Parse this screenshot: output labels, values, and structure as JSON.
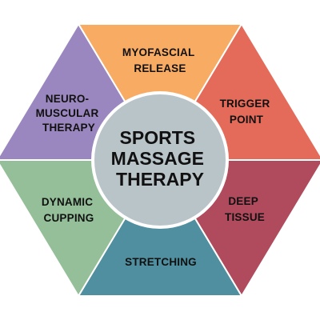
{
  "center": {
    "lines": [
      "SPORTS",
      "MASSAGE",
      "THERAPY"
    ],
    "fill": "#b9c4c9",
    "stroke": "#ffffff"
  },
  "segments": [
    {
      "id": "myofascial-release",
      "lines": [
        "MYOFASCIAL",
        "RELEASE"
      ],
      "color": "#f8ab62"
    },
    {
      "id": "trigger-point",
      "lines": [
        "TRIGGER",
        "POINT"
      ],
      "color": "#e46b5a"
    },
    {
      "id": "deep-tissue",
      "lines": [
        "DEEP",
        "TISSUE"
      ],
      "color": "#b04a5d"
    },
    {
      "id": "stretching",
      "lines": [
        "STRETCHING"
      ],
      "color": "#4f8f9f"
    },
    {
      "id": "dynamic-cupping",
      "lines": [
        "DYNAMIC",
        "CUPPING"
      ],
      "color": "#94bf98"
    },
    {
      "id": "neuro-muscular-therapy",
      "lines": [
        "NEURO-",
        "MUSCULAR",
        "THERAPY"
      ],
      "color": "#9a87bf"
    }
  ]
}
